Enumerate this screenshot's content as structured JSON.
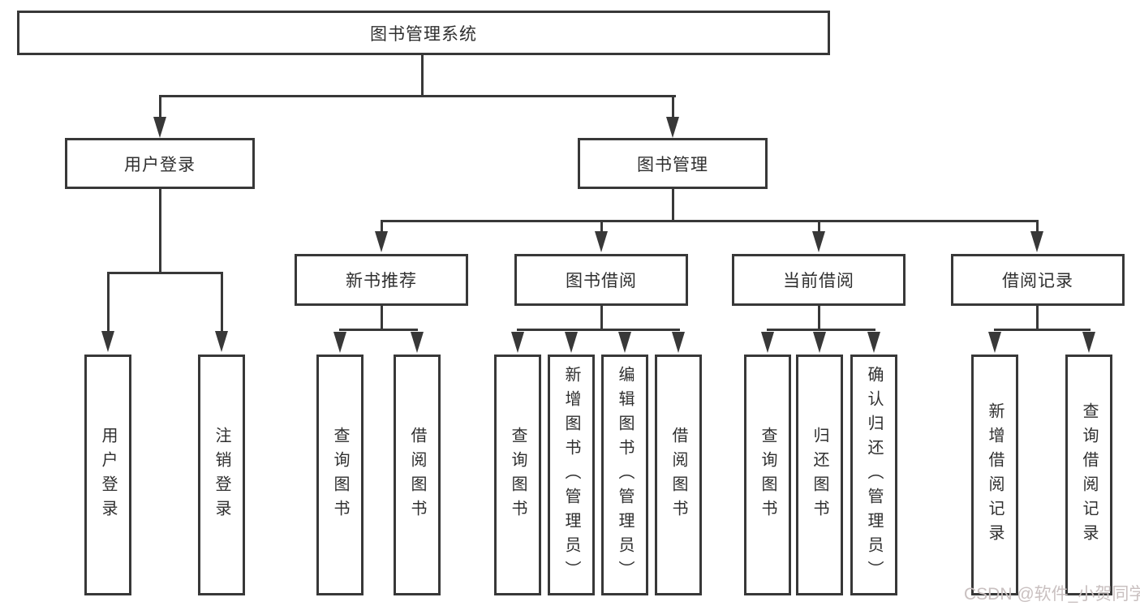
{
  "tree": {
    "root": "图书管理系统",
    "level2": [
      {
        "label": "用户登录",
        "children": [
          "用户登录",
          "注销登录"
        ]
      },
      {
        "label": "图书管理",
        "children": [
          {
            "label": "新书推荐",
            "children": [
              "查询图书",
              "借阅图书"
            ]
          },
          {
            "label": "图书借阅",
            "children": [
              "查询图书",
              "新增图书（管理员）",
              "编辑图书（管理员）",
              "借阅图书"
            ]
          },
          {
            "label": "当前借阅",
            "children": [
              "查询图书",
              "归还图书",
              "确认归还（管理员）"
            ]
          },
          {
            "label": "借阅记录",
            "children": [
              "新增借阅记录",
              "查询借阅记录"
            ]
          }
        ]
      }
    ]
  },
  "watermark": {
    "text": "CSDN @软件_小贺同学"
  },
  "colors": {
    "line": "#383838",
    "text": "#2f2f2f",
    "background": "#ffffff",
    "watermark": "#c9c0c0"
  }
}
